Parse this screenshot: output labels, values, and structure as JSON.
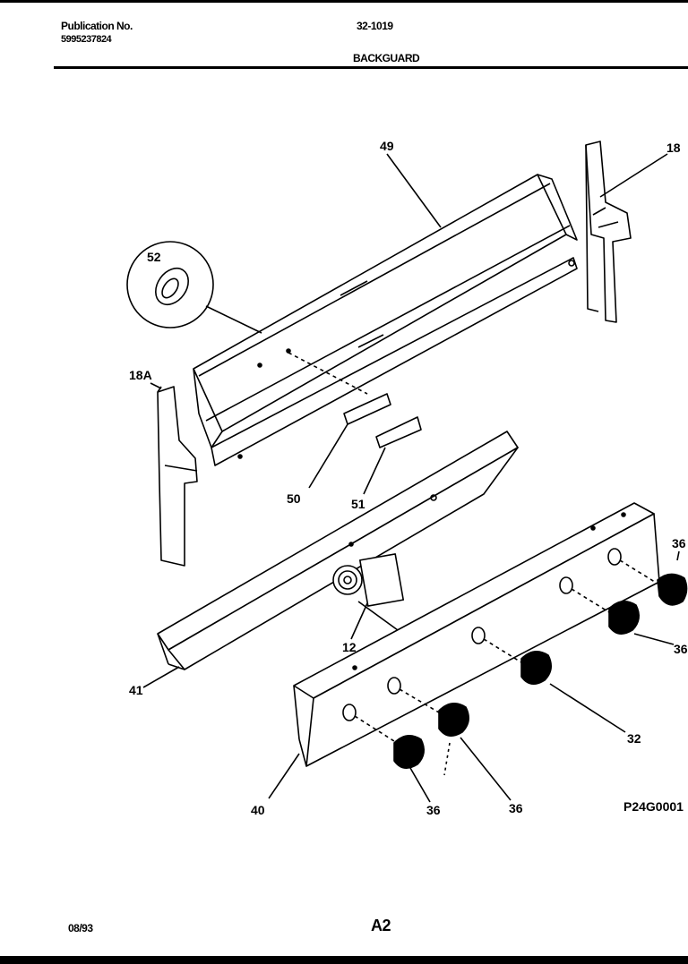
{
  "header": {
    "publication_label": "Publication No.",
    "publication_number": "5995237824",
    "document_number": "32-1019",
    "section_title": "BACKGUARD"
  },
  "diagram": {
    "callouts": {
      "c49": "49",
      "c18": "18",
      "c52": "52",
      "c18a": "18A",
      "c50": "50",
      "c51": "51",
      "c36a": "36",
      "c36b": "36",
      "c12": "12",
      "c41": "41",
      "c32": "32",
      "c40": "40",
      "c36c": "36",
      "c36d": "36"
    },
    "figure_code": "P24G0001"
  },
  "footer": {
    "date_code": "08/93",
    "page_number": "A2"
  }
}
